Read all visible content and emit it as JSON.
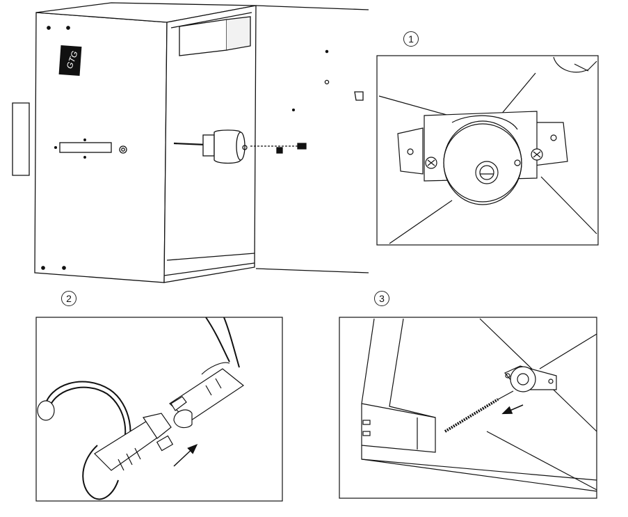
{
  "steps": [
    {
      "id": "step-1",
      "label": "1"
    },
    {
      "id": "step-2",
      "label": "2"
    },
    {
      "id": "step-3",
      "label": "3"
    }
  ],
  "colors": {
    "line": "#111111",
    "fill": "#ffffff",
    "shade": "#d9d9d9"
  },
  "icons": {
    "direction_arrow": "arrow-icon",
    "logo": "brand-logo-icon"
  }
}
